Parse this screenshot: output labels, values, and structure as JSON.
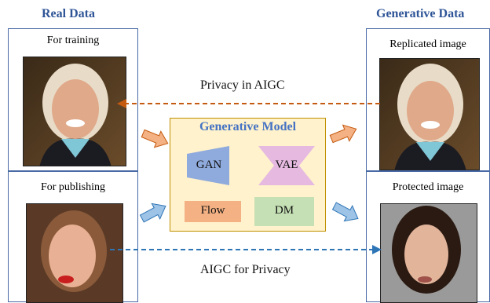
{
  "headers": {
    "real": "Real Data",
    "generative": "Generative Data"
  },
  "left_panels": {
    "training": {
      "caption": "For training"
    },
    "publishing": {
      "caption": "For publishing"
    }
  },
  "right_panels": {
    "replicated": {
      "caption": "Replicated  image"
    },
    "protected": {
      "caption": "Protected image"
    }
  },
  "flows": {
    "top": "Privacy in AIGC",
    "bottom": "AIGC for Privacy"
  },
  "model": {
    "title": "Generative Model",
    "blocks": {
      "gan": "GAN",
      "vae": "VAE",
      "flow": "Flow",
      "dm": "DM"
    }
  },
  "colors": {
    "header_blue": "#2f5597",
    "panel_border": "#4a6aa6",
    "model_fill": "#fff2cc",
    "gan_fill": "#8faadc",
    "vae_fill": "#e6b9e1",
    "flow_fill": "#f4b183",
    "dm_fill": "#c5e0b4",
    "top_arrow": "#c55a11",
    "bottom_arrow": "#2e75b6",
    "orange_block_arrow": "#f4b183",
    "blue_block_arrow": "#9dc3e6"
  }
}
